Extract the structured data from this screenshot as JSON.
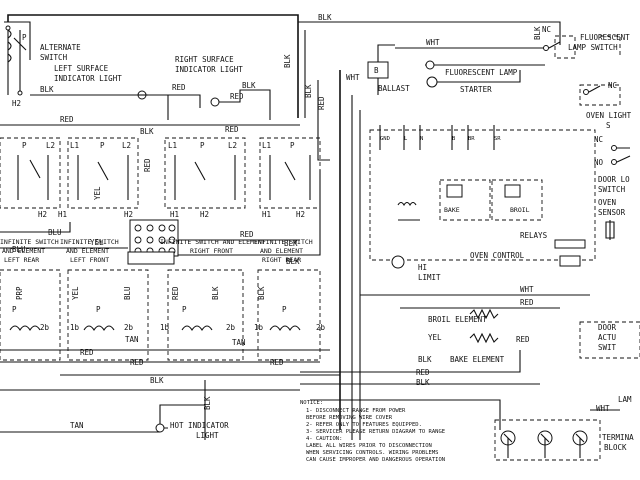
{
  "labels": {
    "alternate_switch": [
      "ALTERNATE",
      "SWITCH"
    ],
    "left_surface_indicator": [
      "LEFT SURFACE",
      "INDICATOR LIGHT"
    ],
    "right_surface_indicator": [
      "RIGHT SURFACE",
      "INDICATOR LIGHT"
    ],
    "fluorescent_lamp": "FLUORESCENT LAMP",
    "fluorescent_lamp_switch": [
      "FLUORESCENT",
      "LAMP SWITCH"
    ],
    "ballast": "BALLAST",
    "starter": "STARTER",
    "oven_light_switch": [
      "OVEN LIGHT",
      "S"
    ],
    "door_lock_switch": [
      "DOOR LO",
      "SWITCH"
    ],
    "oven_sensor": [
      "OVEN",
      "SENSOR"
    ],
    "relays": "RELAYS",
    "oven_control": "OVEN CONTROL",
    "bake": "BAKE",
    "broil": "BROIL",
    "hi_limit": [
      "HI",
      "LIMIT"
    ],
    "broil_element": "BROIL ELEMENT",
    "bake_element": "BAKE ELEMENT",
    "door_actuator_switch": [
      "DOOR",
      "ACTU",
      "SWIT"
    ],
    "terminal_block": [
      "LAM",
      "TERMINA",
      "BLOCK"
    ],
    "hot_indicator_light": [
      "HOT INDICATOR",
      "LIGHT"
    ],
    "infinite_left_rear": [
      "INFINITE SWITCH",
      "AND ELEMENT",
      "LEFT REAR"
    ],
    "infinite_left_front": [
      "INFINITE SWITCH",
      "AND ELEMENT",
      "LEFT FRONT"
    ],
    "infinite_right_front": [
      "INFINITE SWITCH AND ELEMENT",
      "RIGHT FRONT"
    ],
    "infinite_right_rear": [
      "INFINITE SWITCH",
      "AND ELEMENT",
      "RIGHT REAR"
    ]
  },
  "wires": {
    "blk": "BLK",
    "red": "RED",
    "wht": "WHT",
    "blu": "BLU",
    "yel": "YEL",
    "tan": "TAN",
    "prp": "PRP"
  },
  "terminals": {
    "p": "P",
    "l1": "L1",
    "l2": "L2",
    "h1": "H1",
    "h2": "H2",
    "t1b": "1b",
    "t2b": "2b",
    "nc": "NC",
    "no": "NO",
    "gnd": "GND",
    "l": "L",
    "n": "N",
    "b": "B",
    "sr": "SR",
    "br": "BR",
    "c": "C"
  },
  "notice": {
    "title": "NOTICE:",
    "lines": [
      "1- DISCONNECT RANGE FROM POWER",
      "   BEFORE REMOVING WIRE COVER",
      "2- REFER ONLY TO FEATURES EQUIPPED.",
      "3- SERVICER PLEASE RETURN DIAGRAM TO RANGE",
      "4- CAUTION:",
      "   LABEL ALL WIRES PRIOR TO DISCONNECTION",
      "   WHEN SERVICING CONTROLS. WIRING PROBLEMS",
      "   CAN CAUSE IMPROPER AND DANGEROUS OPERATION"
    ]
  }
}
